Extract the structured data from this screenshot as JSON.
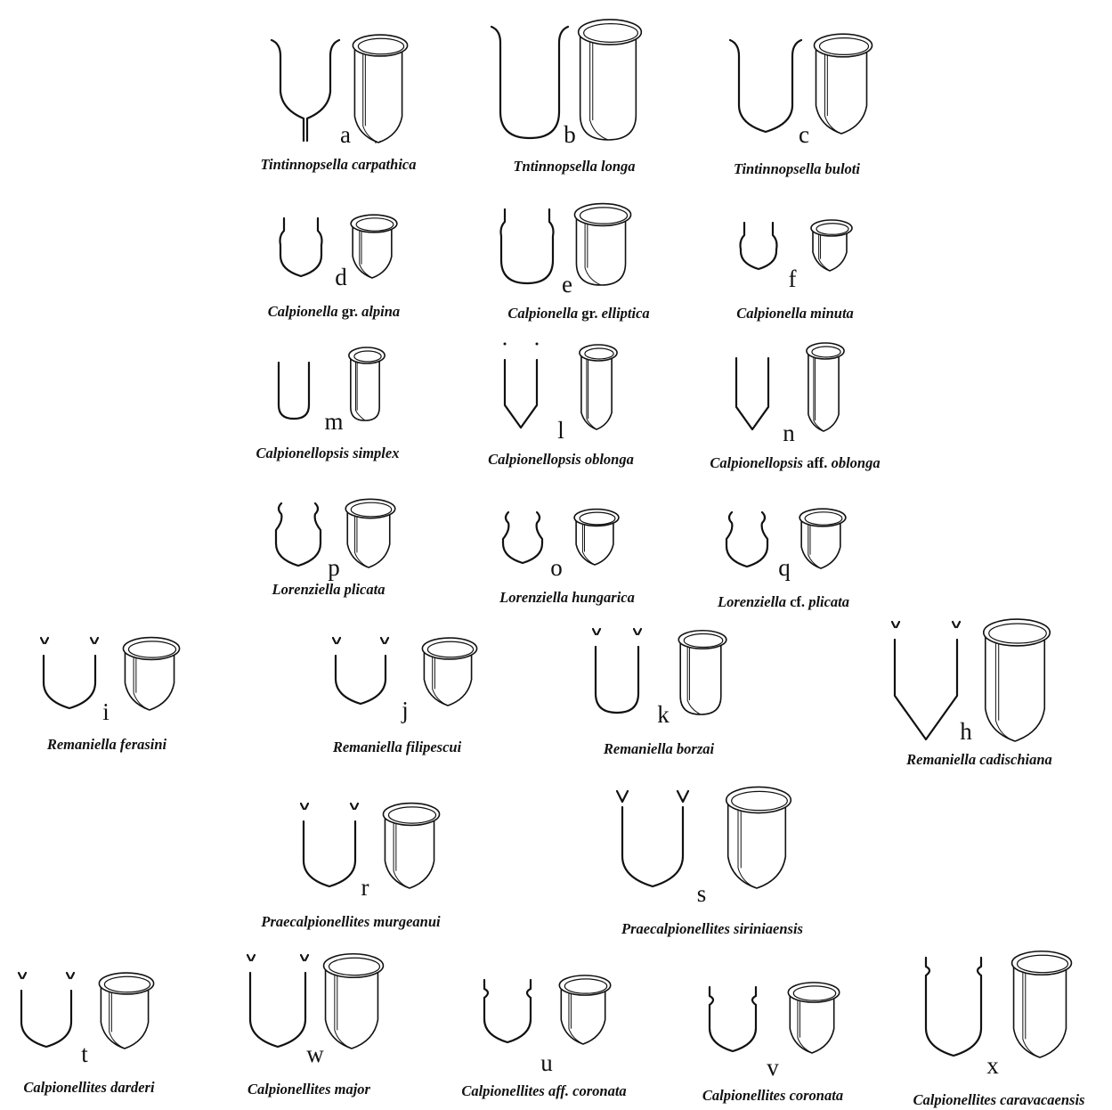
{
  "species": [
    {
      "id": "a",
      "name": "Tintinnopsella carpathica",
      "genus": "Tintinnopsella",
      "rest": "carpathica",
      "name_style": "italic"
    },
    {
      "id": "b",
      "name": "Tntinnopsella longa",
      "genus": "Tntinnopsella",
      "rest": "longa",
      "name_style": "italic"
    },
    {
      "id": "c",
      "name": "Tintinnopsella buloti",
      "genus": "Tintinnopsella",
      "rest": "buloti",
      "name_style": "italic"
    },
    {
      "id": "d",
      "name": "Calpionella gr. alpina",
      "genus": "Calpionella",
      "qualifier": "gr.",
      "rest": "alpina",
      "name_style": "italic"
    },
    {
      "id": "e",
      "name": "Calpionella gr. elliptica",
      "genus": "Calpionella",
      "qualifier": "gr.",
      "rest": "elliptica",
      "name_style": "italic"
    },
    {
      "id": "f",
      "name": "Calpionella minuta",
      "genus": "Calpionella",
      "rest": "minuta",
      "name_style": "italic"
    },
    {
      "id": "m",
      "name": "Calpionellopsis simplex",
      "genus": "Calpionellopsis",
      "rest": "simplex",
      "name_style": "italic"
    },
    {
      "id": "l",
      "name": "Calpionellopsis oblonga",
      "genus": "Calpionellopsis",
      "rest": "oblonga",
      "name_style": "italic"
    },
    {
      "id": "n",
      "name": "Calpionellopsis aff. oblonga",
      "genus": "Calpionellopsis",
      "qualifier": "aff.",
      "rest": "oblonga",
      "name_style": "italic"
    },
    {
      "id": "p",
      "name": "Lorenziella plicata",
      "genus": "Lorenziella",
      "rest": "plicata",
      "name_style": "italic"
    },
    {
      "id": "o",
      "name": "Lorenziella hungarica",
      "genus": "Lorenziella",
      "rest": "hungarica",
      "name_style": "italic"
    },
    {
      "id": "q",
      "name": "Lorenziella cf. plicata",
      "genus": "Lorenziella",
      "qualifier": "cf.",
      "rest": "plicata",
      "name_style": "italic"
    },
    {
      "id": "i",
      "name": "Remaniella ferasini",
      "genus": "Remaniella",
      "rest": "ferasini",
      "name_style": "italic"
    },
    {
      "id": "j",
      "name": "Remaniella filipescui",
      "genus": "Remaniella",
      "rest": "filipescui",
      "name_style": "italic"
    },
    {
      "id": "k",
      "name": "Remaniella borzai",
      "genus": "Remaniella",
      "rest": "borzai",
      "name_style": "italic"
    },
    {
      "id": "h",
      "name": "Remaniella cadischiana",
      "genus": "Remaniella",
      "rest": "cadischiana",
      "name_style": "italic"
    },
    {
      "id": "r",
      "name": "Praecalpionellites murgeanui",
      "genus": "Praecalpionellites",
      "rest": "murgeanui",
      "name_style": "italic"
    },
    {
      "id": "s",
      "name": "Praecalpionellites siriniaensis",
      "genus": "Praecalpionellites",
      "rest": "siriniaensis",
      "name_style": "italic"
    },
    {
      "id": "t",
      "name": "Calpionellites darderi",
      "genus": "Calpionellites",
      "rest": "darderi",
      "name_style": "italic"
    },
    {
      "id": "w",
      "name": "Calpionellites major",
      "genus": "Calpionellites",
      "rest": "major",
      "name_style": "italic"
    },
    {
      "id": "u",
      "name": "Calpionellites aff. coronata",
      "genus": "Calpionellites",
      "rest": "aff. coronata",
      "name_style": "italic"
    },
    {
      "id": "v",
      "name": "Calpionellites coronata",
      "genus": "Calpionellites",
      "rest": "coronata",
      "name_style": "italic"
    },
    {
      "id": "x",
      "name": "Calpionellites caravacaensis",
      "genus": "Calpionellites",
      "rest": "caravacaensis",
      "name_style": "italic"
    }
  ]
}
